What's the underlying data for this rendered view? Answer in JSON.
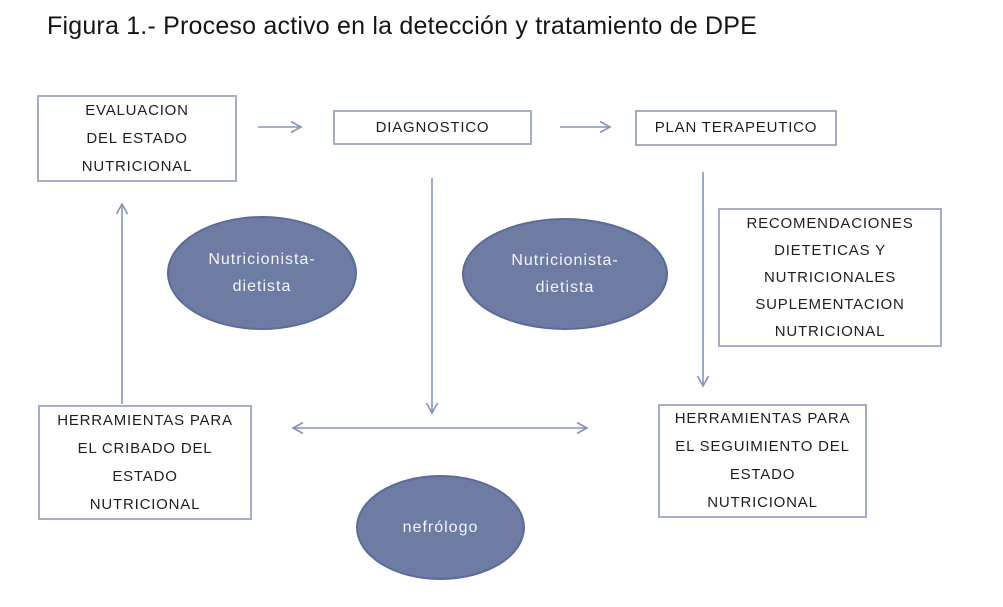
{
  "title": "Figura 1.- Proceso activo en la detección y tratamiento de DPE",
  "colors": {
    "background": "#ffffff",
    "title_text": "#151515",
    "box_text": "#1f1f1f",
    "box_border": "#a5aec8",
    "arrow": "#8692bb",
    "ellipse_fill": "#6e7ba3",
    "ellipse_border": "#5c6b99",
    "ellipse_text": "#f3f5f9"
  },
  "boxes": {
    "evaluacion": {
      "label": "EVALUACION DEL ESTADO NUTRICIONAL",
      "lines": [
        "EVALUACION",
        "DEL ESTADO",
        "NUTRICIONAL"
      ]
    },
    "diagnostico": {
      "label": "DIAGNOSTICO",
      "lines": [
        "DIAGNOSTICO"
      ]
    },
    "plan": {
      "label": "PLAN TERAPEUTICO",
      "lines": [
        "PLAN TERAPEUTICO"
      ]
    },
    "recomendaciones": {
      "label": "RECOMENDACIONES DIETETICAS Y NUTRICIONALES SUPLEMENTACION NUTRICIONAL",
      "lines": [
        "RECOMENDACIONES",
        "DIETETICAS Y",
        "NUTRICIONALES",
        "SUPLEMENTACION",
        "NUTRICIONAL"
      ]
    },
    "cribado": {
      "label": "HERRAMIENTAS PARA EL CRIBADO DEL ESTADO NUTRICIONAL",
      "lines": [
        "HERRAMIENTAS PARA",
        "EL CRIBADO DEL",
        "ESTADO",
        "NUTRICIONAL"
      ]
    },
    "seguimiento": {
      "label": "HERRAMIENTAS PARA EL SEGUIMIENTO DEL ESTADO NUTRICIONAL",
      "lines": [
        "HERRAMIENTAS PARA",
        "EL SEGUIMIENTO DEL",
        "ESTADO",
        "NUTRICIONAL"
      ]
    }
  },
  "ellipses": {
    "nutricionista_left": {
      "label": "Nutricionista-dietista",
      "lines": [
        "Nutricionista-",
        "dietista"
      ]
    },
    "nutricionista_right": {
      "label": "Nutricionista-dietista",
      "lines": [
        "Nutricionista-",
        "dietista"
      ]
    },
    "nefrologo": {
      "label": "nefrólogo",
      "lines": [
        "nefrólogo"
      ]
    }
  },
  "arrows": [
    "evaluacion-to-diagnostico",
    "diagnostico-to-plan",
    "diagnostico-down",
    "plan-down-to-seguimiento",
    "cribado-up-to-evaluacion",
    "cribado-seguimiento-bidirectional"
  ]
}
